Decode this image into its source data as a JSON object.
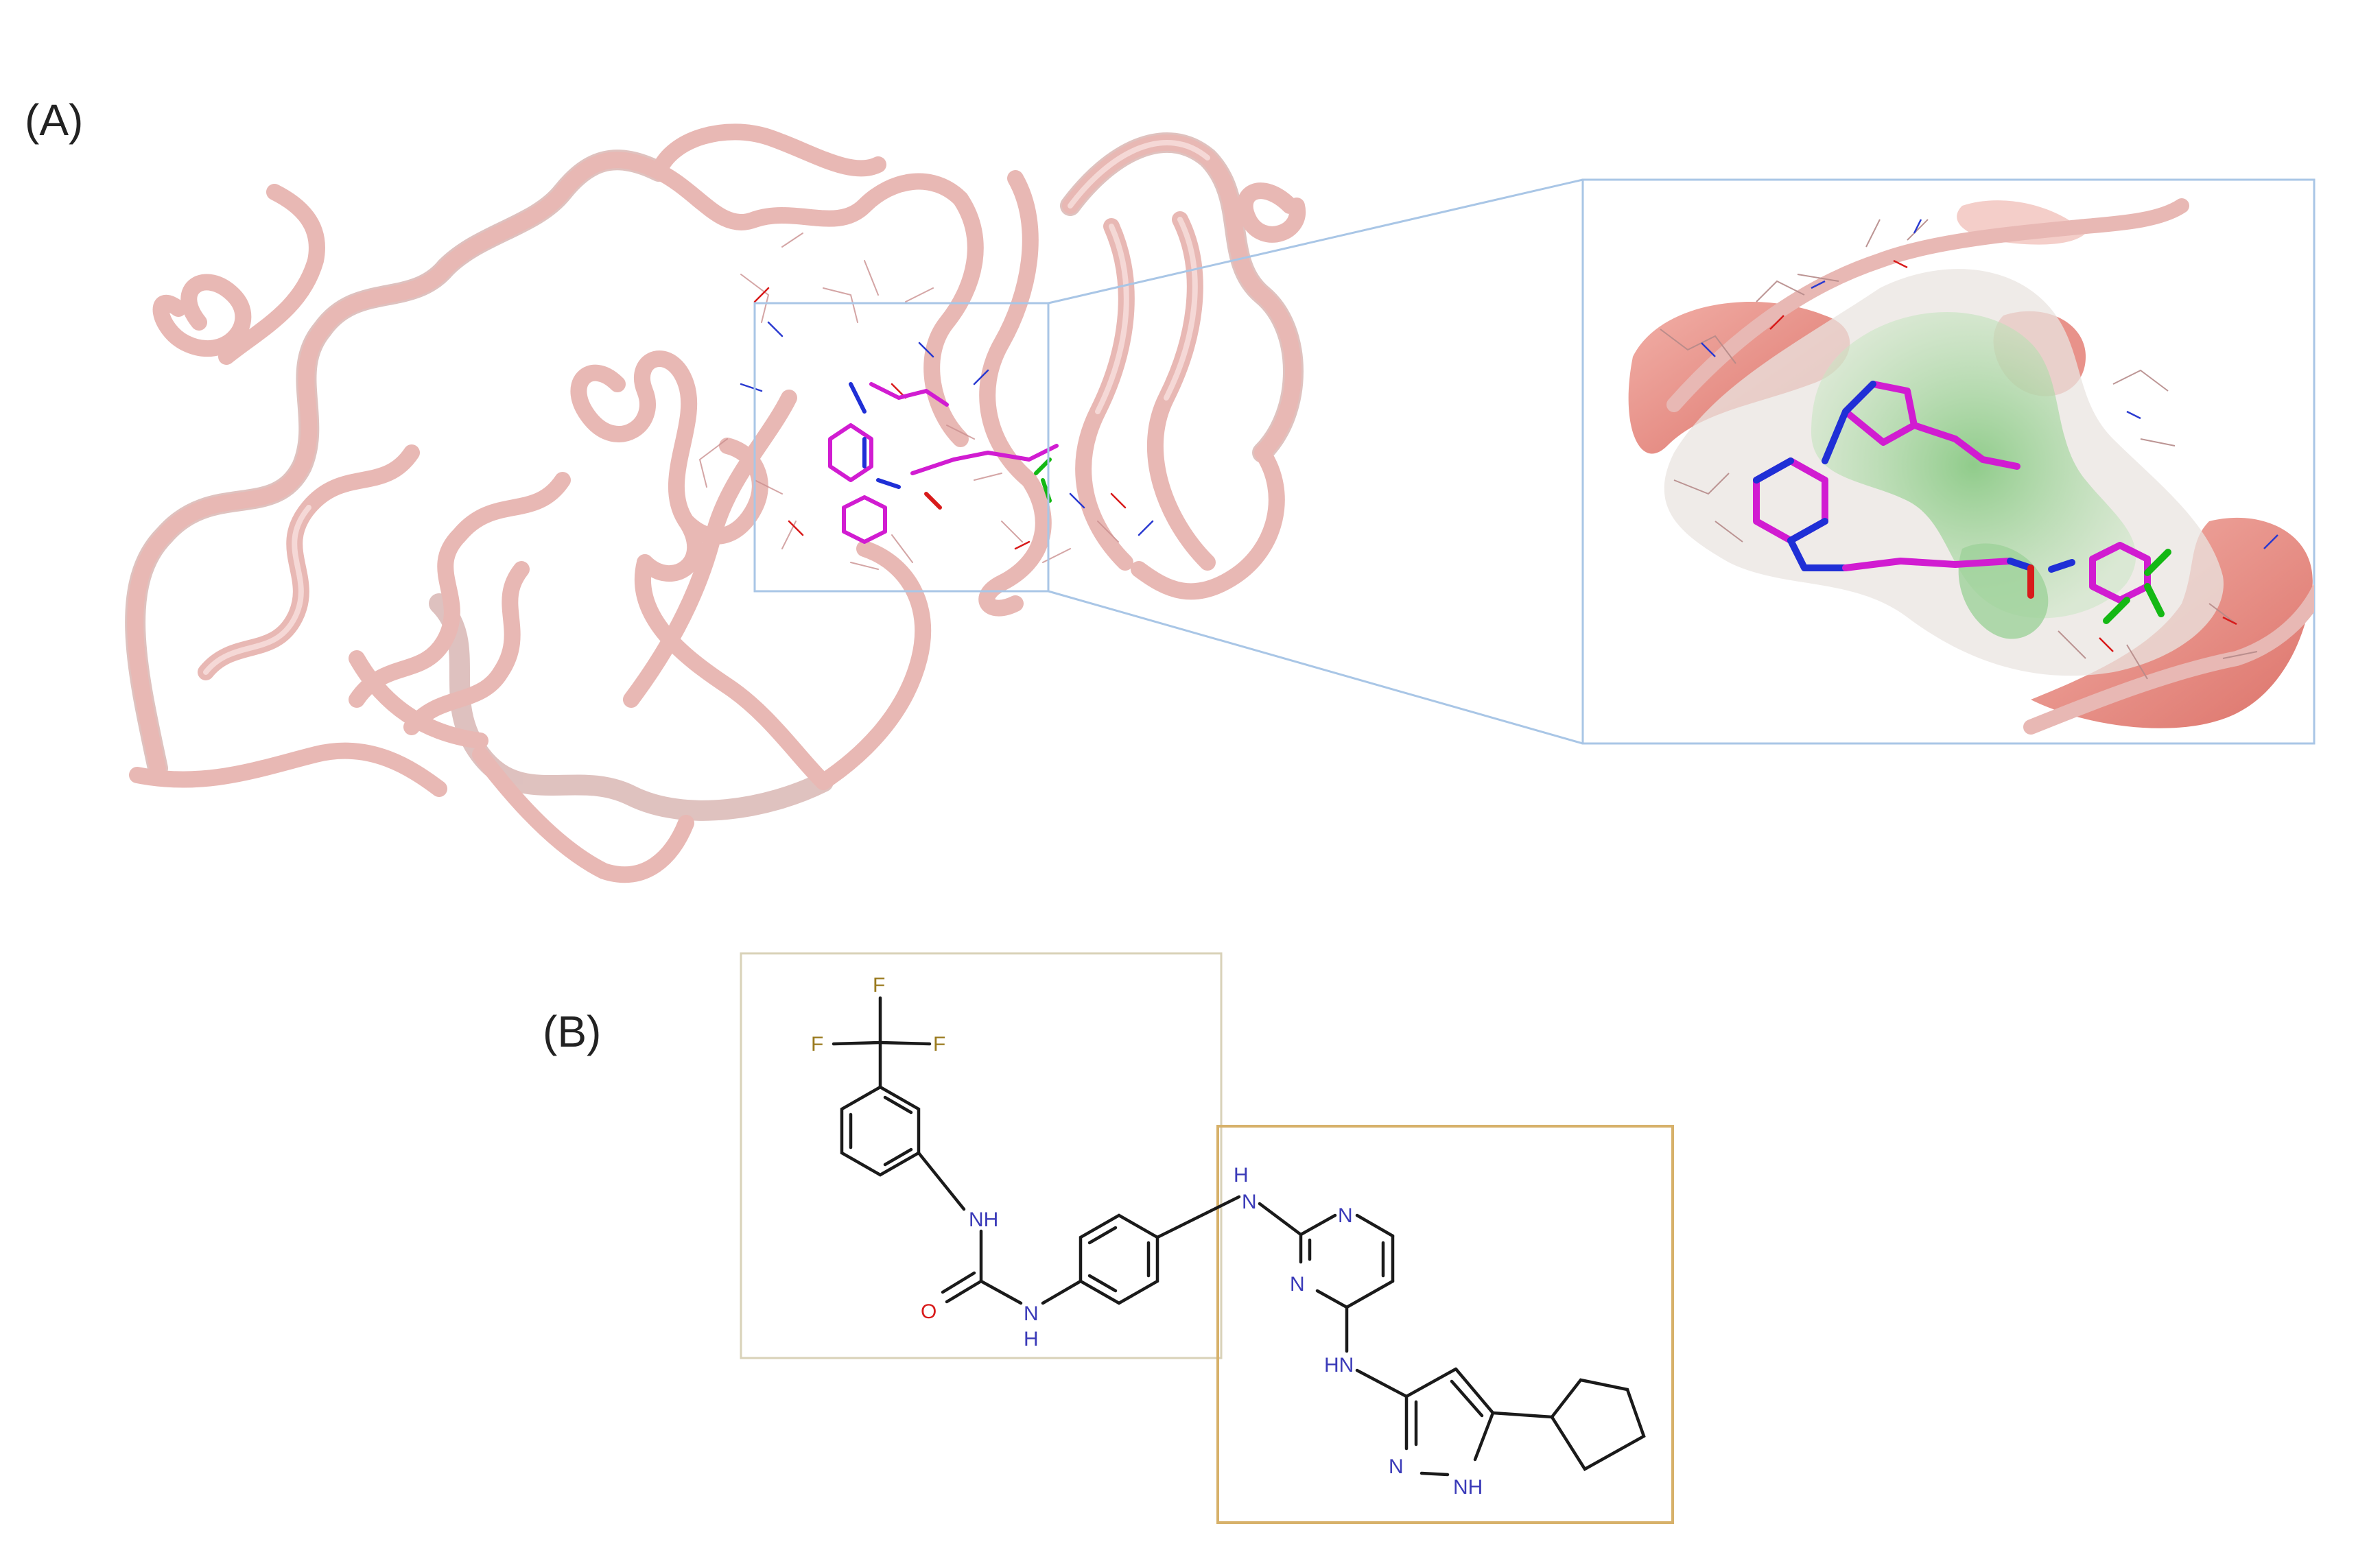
{
  "panels": {
    "a_label": "(A)",
    "b_label": "(B)"
  },
  "atoms": {
    "f_top": "F",
    "f_left": "F",
    "f_right": "F",
    "nh_upper": "NH",
    "o": "O",
    "nh_lower_n": "N",
    "nh_lower_h": "H",
    "nh_bridge_h": "H",
    "nh_bridge_n": "N",
    "pyr_n_top": "N",
    "pyr_n_left": "N",
    "nh_pyrazole_link": "HN",
    "pyrazole_n": "N",
    "pyrazole_nh": "NH"
  },
  "colors": {
    "ribbon": "#e8b8b4",
    "ribbon_shadow": "#c48f8b",
    "ligand_carbon": "#d11cd1",
    "nitrogen": "#1f2fd6",
    "oxygen": "#d81b1b",
    "fluorine": "#14b814",
    "pocket_hydrophilic": "#e47f76",
    "pocket_hydrophobic": "#9ed29a",
    "zoom_frame": "#a9c6e6",
    "fragment_box_left": "#d9d2b8",
    "fragment_box_right": "#d7b16a",
    "atom_f": "#9a7a1e",
    "atom_n": "#3a3ab8",
    "atom_o": "#d81b1b"
  }
}
